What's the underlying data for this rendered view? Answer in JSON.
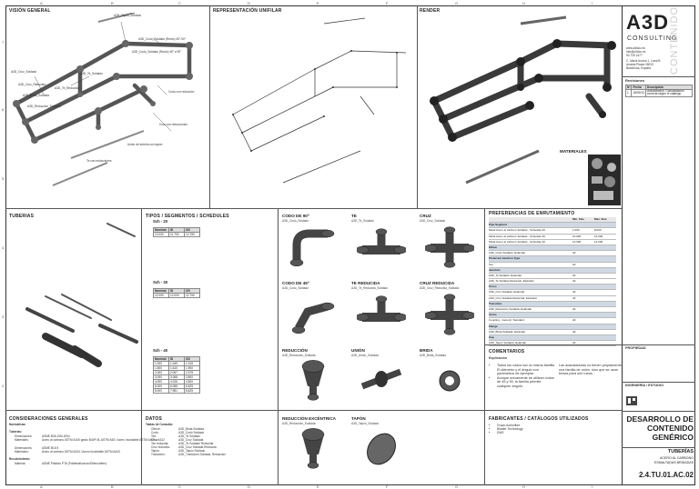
{
  "sections": {
    "vision_general": "VISIÓN GENERAL",
    "representacion_unifilar": "REPRESENTACIÓN UNIFILAR",
    "render": "RENDER",
    "tuberias": "TUBERIAS",
    "tipos": "TIPOS / SEGMENTOS / SCHEDULES",
    "preferencias": "PREFERENCIAS DE ENRUTAMIENTO",
    "comentarios": "COMENTARIOS",
    "fabricantes": "FABRICANTES / CATÁLOGOS UTILIZADOS",
    "consideraciones": "CONSIDERACIONES GENERALES",
    "datos": "DATOS",
    "materiales": "MATERIALES"
  },
  "grid": {
    "letters": [
      "A",
      "B",
      "C",
      "D",
      "E",
      "F",
      "G",
      "H",
      "I"
    ],
    "numbers": [
      "7",
      "6",
      "5",
      "4",
      "3",
      "2",
      "1"
    ]
  },
  "overview_labels": [
    "A3D_Tapón_Soldado",
    "A3D_Codo_Soldado (Recto) 45°-90°",
    "A3D_Codo_Soldado (Recto) 45° a 90°",
    "A3D_Cruz_Soldado",
    "A3D_Te_Soldado",
    "A3D_Cruz_Reducida",
    "A3D_Brida_Soldada",
    "A3D_Te_Reducida",
    "A3D_Reducción_Soldada",
    "Codo con reducción",
    "Cruz con reducciones",
    "Unión de tubería con tapón",
    "Te con reducciones"
  ],
  "schedules": [
    {
      "title": "Sch - 20",
      "header": [
        "Nominal",
        "ID",
        "OD"
      ],
      "rows": [
        [
          "12.000",
          "11.700",
          "12.750"
        ]
      ]
    },
    {
      "title": "Sch - 30",
      "header": [
        "Nominal",
        "ID",
        "OD"
      ],
      "rows": [
        [
          "12.000",
          "12.000",
          "12.750"
        ]
      ]
    },
    {
      "title": "Sch - 40",
      "header": [
        "Nominal",
        "ID",
        "OD"
      ],
      "rows": [
        [
          "1.000",
          "1.049",
          "1.315"
        ],
        [
          "1.500",
          "1.610",
          "1.900"
        ],
        [
          "2.000",
          "2.067",
          "2.375"
        ],
        [
          "3.000",
          "3.068",
          "3.500"
        ],
        [
          "4.000",
          "4.026",
          "4.500"
        ],
        [
          "6.000",
          "6.065",
          "6.625"
        ],
        [
          "8.000",
          "7.981",
          "8.625"
        ]
      ]
    }
  ],
  "fittings": [
    {
      "name": "CODO DE 90º",
      "family": "A3D_Codo_Soldado"
    },
    {
      "name": "TE",
      "family": "A3D_Te_Soldado"
    },
    {
      "name": "CRUZ",
      "family": "A3D_Cruz_Soldado"
    },
    {
      "name": "CODO DE 45º",
      "family": "A3D_Codo_Soldado"
    },
    {
      "name": "TE REDUCIDA",
      "family": "A3D_Te_Reducida_Soldado"
    },
    {
      "name": "CRUZ REDUCIDA",
      "family": "A3D_Cruz_Reducida_Soldado"
    },
    {
      "name": "REDUCCIÓN",
      "family": "A3D_Reducción_Soldada"
    },
    {
      "name": "UNIÓN",
      "family": "A3D_Unión_Soldada"
    },
    {
      "name": "BRIDA",
      "family": "A3D_Brida_Soldada"
    },
    {
      "name": "REDUCCIÓN EXCÉNTRICA",
      "family": "A3D_Reducción_Soldada"
    },
    {
      "name": "TAPÓN",
      "family": "A3D_Tapón_Soldado"
    }
  ],
  "preferences": {
    "cols": [
      "",
      "Min. Size",
      "Max. Size"
    ],
    "rows": [
      {
        "type": "group",
        "text": "Pipe Segment"
      },
      {
        "type": "row",
        "text": "Metal Acero al carbono Soldado - Schedule 20",
        "min": "1.000",
        "max": "8.000"
      },
      {
        "type": "row",
        "text": "Metal Acero al carbono Soldado - Schedule 30",
        "min": "10.000",
        "max": "10.000"
      },
      {
        "type": "row",
        "text": "Metal Acero al carbono Soldado - Schedule 40",
        "min": "12.000",
        "max": "12.000"
      },
      {
        "type": "group",
        "text": "Elbow"
      },
      {
        "type": "row",
        "text": "A3D_Codo Soldado: Estándar",
        "min": "All",
        "max": ""
      },
      {
        "type": "group",
        "text": "Preferred Junction Type"
      },
      {
        "type": "row",
        "text": "Tee",
        "min": "All",
        "max": ""
      },
      {
        "type": "group",
        "text": "Junction"
      },
      {
        "type": "row",
        "text": "A3D_Te Soldado: Estándar",
        "min": "All",
        "max": ""
      },
      {
        "type": "row",
        "text": "A3D_Te Soldado Reducido: Estándar",
        "min": "All",
        "max": ""
      },
      {
        "type": "group",
        "text": "Cross"
      },
      {
        "type": "row",
        "text": "A3D_Cruz Soldada: Estándar",
        "min": "All",
        "max": ""
      },
      {
        "type": "row",
        "text": "A3D_Cruz Soldada Reducida: Estándar",
        "min": "All",
        "max": ""
      },
      {
        "type": "group",
        "text": "Transition"
      },
      {
        "type": "row",
        "text": "A3D_Reducción Soldada: Estándar",
        "min": "All",
        "max": ""
      },
      {
        "type": "group",
        "text": "Union"
      },
      {
        "type": "row",
        "text": "Coupling - Generic: Standard",
        "min": "All",
        "max": ""
      },
      {
        "type": "group",
        "text": "Flange"
      },
      {
        "type": "row",
        "text": "A3D_Brida Soldada: Estándar",
        "min": "All",
        "max": ""
      },
      {
        "type": "group",
        "text": "Cap"
      },
      {
        "type": "row",
        "text": "A3D_Tapón Soldado: Estándar",
        "min": "All",
        "max": ""
      }
    ]
  },
  "comments": {
    "subtitle": "Explicación",
    "left": [
      "Todos los codos son la misma familia. El diámetro y el ángulo son parámetros de ejemplar.",
      "Aunque únicamente se utilizan codos de 45 y 90, la familia permite cualquier ángulo."
    ],
    "right": [
      "Las acanaladuras no tienen propiamente una familia de unión, sino que se usan bridas para unir tubos."
    ]
  },
  "manufacturers": [
    "Grupo Acerolibre",
    "Bidaler Technology",
    "DMS"
  ],
  "considerations": {
    "normativas_title": "Normativas:",
    "tuberias_title": "Tuberías:",
    "rows": [
      [
        "Dimensiones:",
        "ASME B36.10M-2004"
      ],
      [
        "Materiales:",
        "Acero al carbono ASTM A106 grado B/API 5L ASTM A53 / Acero Inoxidable ASTM A409 o A312"
      ],
      [
        "Dimensiones:",
        "ASME B16.9"
      ],
      [
        "Materiales:",
        "Acero al carbono ASTM A234 / Acero Inoxidable ASTM A403"
      ]
    ],
    "recubrimiento_title": "Recubrimiento:",
    "recubrimiento": [
      "Material:",
      "ASME Plástico PTA (Politetrafluoruro/Etilenotrifen)"
    ]
  },
  "datos": {
    "header": "Tablas de Consulta:",
    "rows": [
      [
        "Ofrece:",
        "A3D_Brida Soldada"
      ],
      [
        "Codo:",
        "A3D_Codo Soldado"
      ],
      [
        "Tee:",
        "A3D_Te Soldado"
      ],
      [
        "Cruz:",
        "A3D_Cruz Soldada"
      ],
      [
        "Tee reducida:",
        "A3D_Te Soldado Reducida"
      ],
      [
        "Cruz reducida:",
        "A3D_Cruz Soldada Reducida"
      ],
      [
        "Tapón:",
        "A3D_Tapón Soldado"
      ],
      [
        "Transición:",
        "A3D_Transición Soldada, Reducción"
      ]
    ]
  },
  "title_block": {
    "logo": "A3D",
    "brand": "CONSULTING",
    "vertical": "CONTENIDO",
    "contact": [
      "www.a3dco.es",
      "info@a3dco.es",
      "93 725 1477"
    ],
    "address": [
      "C. María Aurora 1, Local B",
      "Arrabal Pisara 08013",
      "Barcelona, España"
    ],
    "revisiones_title": "Revisiones",
    "rev_cols": [
      "Nº",
      "Fecha",
      "Descripción"
    ],
    "rev_rows": [
      [
        "1",
        "18/09/13",
        "Actualización. Consolidación correcta según el catálogo"
      ]
    ],
    "propiedad": "PROPIEDAD",
    "ingenieria": "INGENIERÍA / ESTUDIO",
    "title_main": "DESARROLLO DE CONTENIDO GENÉRICO",
    "subtitle": "TUBERÍAS",
    "desc1": "ACERO AL CARBONO",
    "desc2": "ESMALTADAS BRIDADAS",
    "code": "2.4.TU.01.AC.02"
  },
  "colors": {
    "accent": "#cfd8e3",
    "line": "#333333"
  }
}
